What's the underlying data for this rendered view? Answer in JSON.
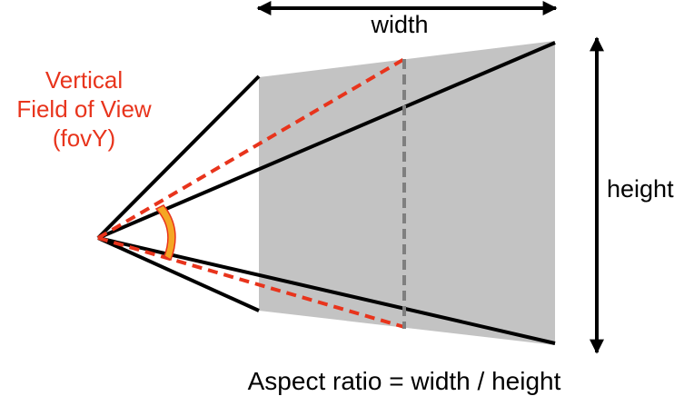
{
  "labels": {
    "fov_line1": "Vertical",
    "fov_line2": "Field of View",
    "fov_line3": "(fovY)",
    "width": "width",
    "height": "height",
    "caption": "Aspect ratio = width / height"
  },
  "colors": {
    "frustum_fill": "#c3c3c3",
    "fov_red": "#e8341c",
    "angle_arc_fill": "#f5a623",
    "angle_arc_stroke": "#e8341c",
    "lines": "#000000",
    "center_line": "#7f7f7f"
  }
}
